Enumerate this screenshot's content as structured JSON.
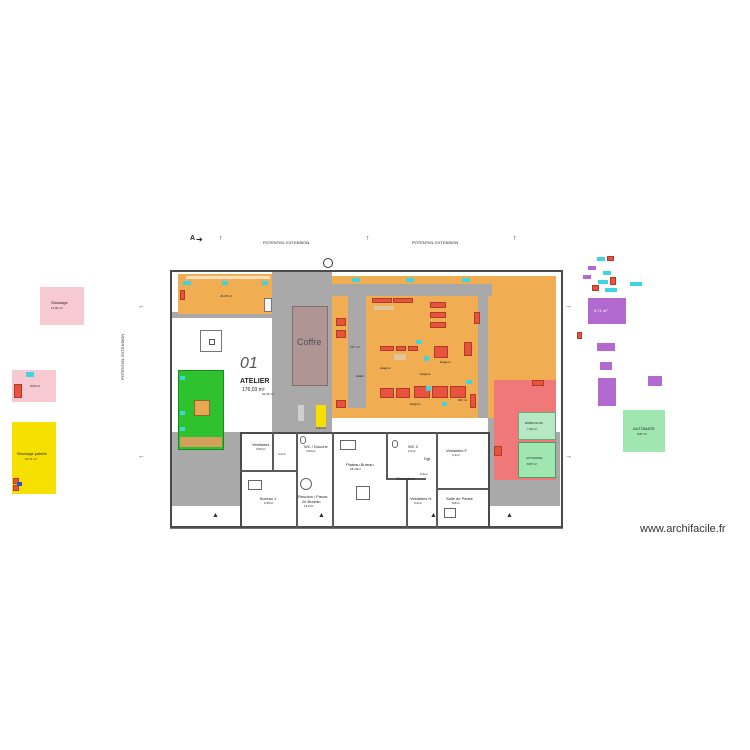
{
  "plan": {
    "section_mark": "A",
    "top_label_left": "POTENTIEL EXTENSION",
    "top_label_right": "POTENTIEL EXTENSION",
    "side_label": "POTENTIEL EXTENSION",
    "room_number": "01",
    "room_name": "ATELIER",
    "room_area": "176,03 m²",
    "coffre_label": "Coffre",
    "area_top_left": "26,25 m²",
    "area_center": "5,34 m²",
    "area_mid": "78,7 m²",
    "area_low_left": "52,36 m²",
    "area_right": "200 m²",
    "rooms": {
      "vestiaires": "Vestiaires",
      "vestiaires_area": "3,53m²",
      "wc_douche": "WC / Douche",
      "wc_douche_area": "3,64m²",
      "wc_area2": "2,2m²",
      "bureau1": "Bureau 1",
      "bureau1_area": "9,25m²",
      "plateau_bureau": "Plateau Bureau",
      "plateau_bureau_area": "18,16m²",
      "wc2": "WC 2",
      "wc2_area": "2,2m²",
      "dgt": "Dgt",
      "vestiaires2": "Vestiaires F.",
      "vestiaires2_area": "3,1m²",
      "reunion": "Réunion / Pause",
      "reunion_sub": "2e Bureau",
      "reunion_area": "13,6m²",
      "circulation": "Circulation",
      "circulation_area": "9,2m²",
      "vestiaires_h": "Vestiaires H.",
      "vestiaires_h_area": "3,2m²",
      "salle_pause": "Salle de Pause",
      "salle_pause_area": "8,8m²"
    },
    "mini_labels": {
      "l1": "Etagère",
      "l2": "Etagère",
      "l3": "Etagère",
      "l4": "Etabli",
      "l5": "Etagère"
    },
    "machines": {
      "m1_name": "RUBICOLOR",
      "m1_area": "7,26 m²",
      "m2_name": "AUTOMATE",
      "m2_area": "8,87 m²"
    }
  },
  "outside": {
    "stockage1_name": "Stockage",
    "stockage1_area": "11,00 m²",
    "small_area": "8,00 m²",
    "stockage2_name": "Stockage palette",
    "stockage2_area": "10,71 m²",
    "purple_label": "5,71 m²",
    "automate_name": "AUTOMATE",
    "automate_area": "8,87 m²"
  },
  "watermark": "www.archifacile.fr",
  "colors": {
    "orange": "#f0ad52",
    "grey": "#a9a9a9",
    "red": "#e8533e",
    "cyan": "#40d3e0",
    "green": "#2fc22f",
    "pink": "#f7c9d0",
    "yellow": "#f5e000",
    "purple": "#b26ad0",
    "salmon": "#f07878",
    "mint": "#9fe6b0"
  }
}
